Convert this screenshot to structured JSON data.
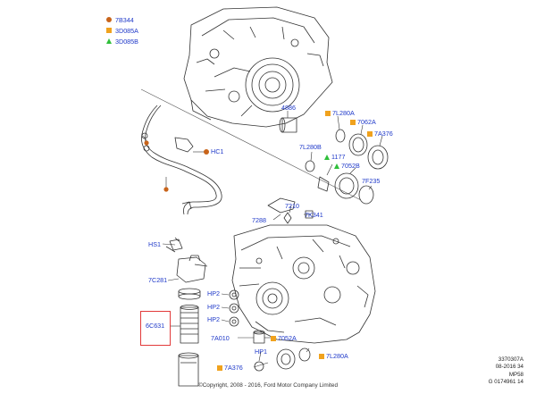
{
  "legend": [
    {
      "symbol": "dot",
      "color": "#c8641a",
      "ref": "7B344"
    },
    {
      "symbol": "square",
      "color": "#f0a21e",
      "ref": "3D085A"
    },
    {
      "symbol": "triangle",
      "color": "#2fbf3a",
      "ref": "3D085B"
    }
  ],
  "parts": [
    {
      "id": "p4886",
      "ref": "4886",
      "symbol": null
    },
    {
      "id": "p7L280A_top",
      "ref": "7L280A",
      "symbol": "square",
      "color": "#f0a21e"
    },
    {
      "id": "p7062A_top",
      "ref": "7062A",
      "symbol": "square",
      "color": "#f0a21e"
    },
    {
      "id": "p7A376_top",
      "ref": "7A376",
      "symbol": "square",
      "color": "#f0a21e"
    },
    {
      "id": "p7L280B",
      "ref": "7L280B",
      "symbol": null
    },
    {
      "id": "pHC1",
      "ref": "HC1",
      "symbol": "dot",
      "color": "#c8641a"
    },
    {
      "id": "p1177",
      "ref": "1177",
      "symbol": "triangle",
      "color": "#2fbf3a"
    },
    {
      "id": "p7052B",
      "ref": "7052B",
      "symbol": "triangle",
      "color": "#2fbf3a"
    },
    {
      "id": "p7F235",
      "ref": "7F235",
      "symbol": null
    },
    {
      "id": "p7210",
      "ref": "7210",
      "symbol": null
    },
    {
      "id": "p7288",
      "ref": "7288",
      "symbol": null
    },
    {
      "id": "p7K341",
      "ref": "7K341",
      "symbol": null
    },
    {
      "id": "pHS1",
      "ref": "HS1",
      "symbol": null
    },
    {
      "id": "p7C281",
      "ref": "7C281",
      "symbol": null
    },
    {
      "id": "pHP2a",
      "ref": "HP2",
      "symbol": null
    },
    {
      "id": "pHP2b",
      "ref": "HP2",
      "symbol": null
    },
    {
      "id": "pHP2c",
      "ref": "HP2",
      "symbol": null
    },
    {
      "id": "p6C631",
      "ref": "6C631",
      "symbol": null
    },
    {
      "id": "p7A010",
      "ref": "7A010",
      "symbol": null
    },
    {
      "id": "p7052A",
      "ref": "7052A",
      "symbol": "square",
      "color": "#f0a21e"
    },
    {
      "id": "pHP1",
      "ref": "HP1",
      "symbol": null
    },
    {
      "id": "p7L280A_bot",
      "ref": "7L280A",
      "symbol": "square",
      "color": "#f0a21e"
    },
    {
      "id": "p7A376_bot",
      "ref": "7A376",
      "symbol": "square",
      "color": "#f0a21e"
    }
  ],
  "meta_lines": [
    "3370307A",
    "08-2016 34",
    "MP58",
    "G 0174961 14"
  ],
  "copyright": "©Copyright, 2008 - 2016, Ford Motor Company Limited",
  "colors": {
    "label": "#1f39c9",
    "highlight": "#e23a3a",
    "line": "#333333"
  }
}
